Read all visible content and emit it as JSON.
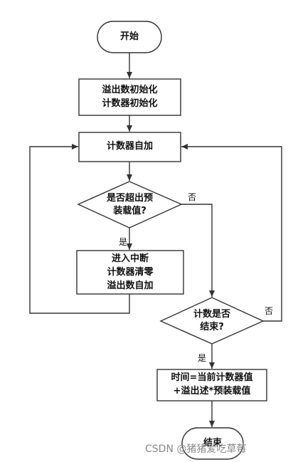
{
  "flowchart": {
    "start": "开始",
    "init_line1": "溢出数初始化",
    "init_line2": "计数器初始化",
    "increment": "计数器自加",
    "check_overflow_line1": "是否超出预",
    "check_overflow_line2": "装载值?",
    "handle_line1": "进入中断",
    "handle_line2": "计数器清零",
    "handle_line3": "溢出数自加",
    "check_end_line1": "计数是否",
    "check_end_line2": "结束?",
    "result_line1": "时间=当前计数器值",
    "result_line2": "+溢出述*预装载值",
    "end": "结束",
    "yes_overflow": "是",
    "no_overflow": "否",
    "yes_end": "是",
    "no_end": "否"
  },
  "watermark": "CSDN @猪猪爱吃草莓"
}
